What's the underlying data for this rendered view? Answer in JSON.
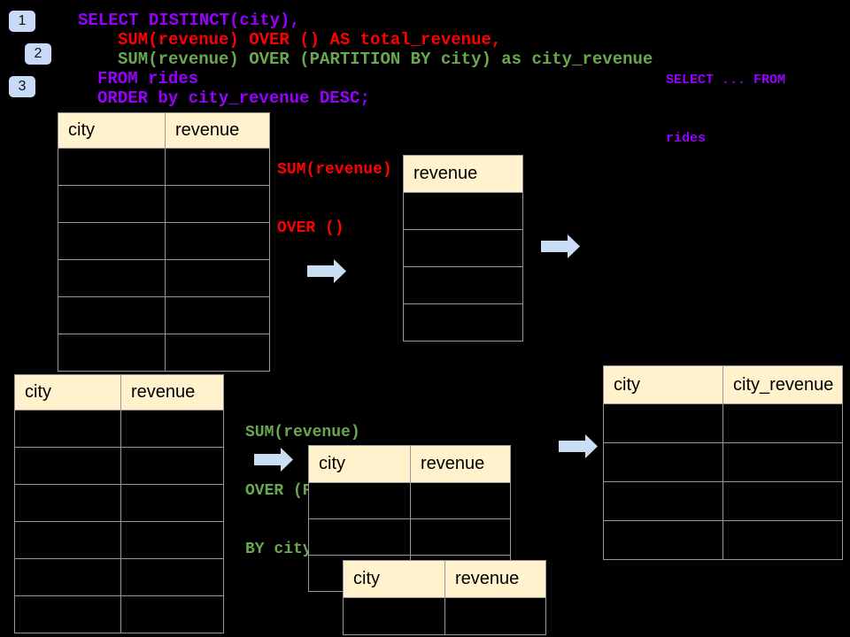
{
  "colors": {
    "bg": "#000000",
    "purple": "#9900ff",
    "red": "#ff0000",
    "green": "#6aa84f",
    "badge_fill": "#c9daf8",
    "arrow_fill": "#c9def2",
    "header_fill": "#fff2cc",
    "table_border": "#9a9a9a"
  },
  "badges": [
    {
      "label": "1"
    },
    {
      "label": "2"
    },
    {
      "label": "3"
    }
  ],
  "sql": {
    "line1": "SELECT DISTINCT(city),",
    "line2": "SUM(revenue) OVER () AS total_revenue,",
    "line3": "SUM(revenue) OVER (PARTITION BY city) as city_revenue",
    "line4": "FROM rides",
    "line5": "ORDER by city_revenue DESC;"
  },
  "notes": {
    "from_clause": {
      "line1": "SELECT ... FROM",
      "line2": "rides"
    },
    "total": {
      "line1": "SUM(revenue)",
      "line2": "OVER ()"
    },
    "partition": {
      "line1": "SUM(revenue)",
      "line2": "OVER (PARTITION",
      "line3": "BY city)"
    }
  },
  "tables": {
    "source_top": {
      "col1": "city",
      "col2": "revenue",
      "empty_rows": 6
    },
    "total_result": {
      "col1": "revenue",
      "empty_rows": 4
    },
    "source_bottom": {
      "col1": "city",
      "col2": "revenue",
      "empty_rows": 6
    },
    "partition_mid": {
      "col1": "city",
      "col2": "revenue",
      "empty_rows": 3
    },
    "partition_front": {
      "col1": "city",
      "col2": "revenue",
      "empty_rows": 1
    },
    "city_revenue_result": {
      "col1": "city",
      "col2": "city_revenue",
      "empty_rows": 4
    }
  }
}
